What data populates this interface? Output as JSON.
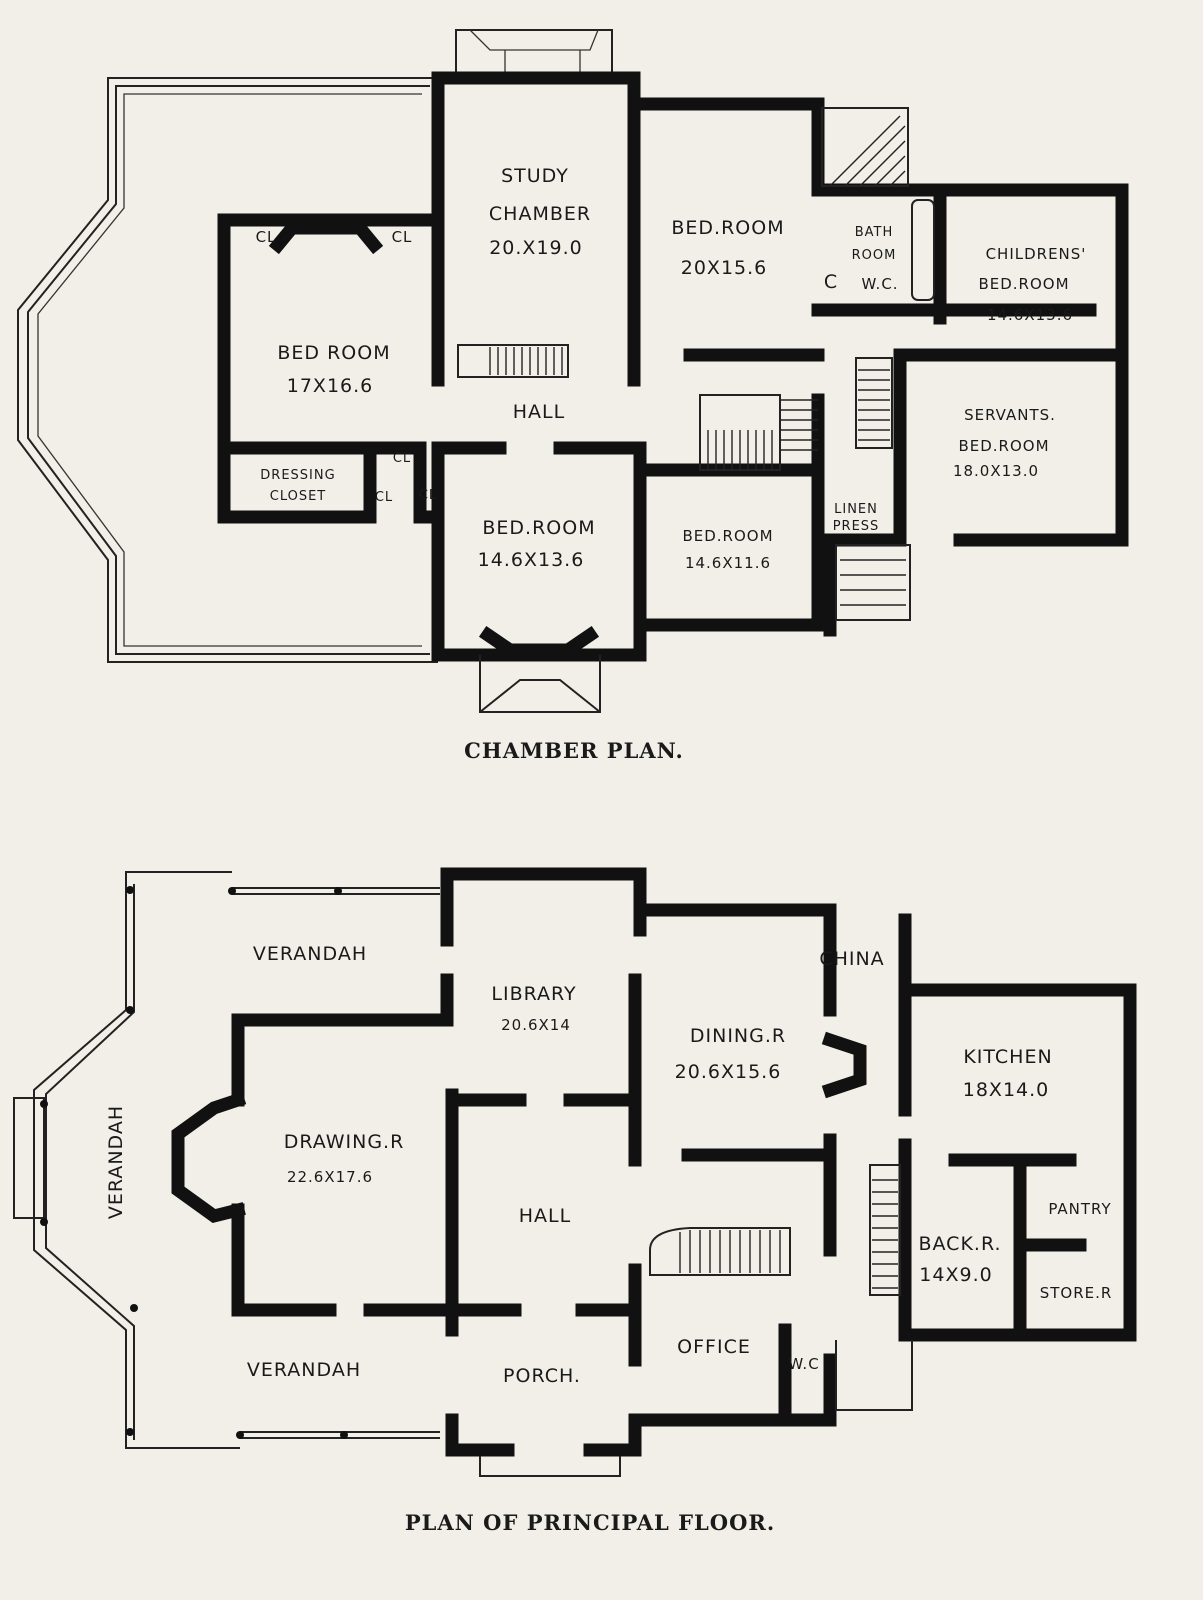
{
  "chamber_plan": {
    "caption": "CHAMBER PLAN.",
    "rooms": {
      "study_name1": "STUDY",
      "study_name2": "CHAMBER",
      "study_dim": "20.X19.0",
      "bed1_name": "BED.ROOM",
      "bed1_dim": "20X15.6",
      "bath_name1": "BATH",
      "bath_name2": "ROOM",
      "wc": "W.C.",
      "c": "C",
      "childrens_name1": "CHILDRENS'",
      "childrens_name2": "BED.ROOM",
      "childrens_dim": "14.6X13.6",
      "cl_left": "CL",
      "cl_right": "CL",
      "bed2_name": "BED ROOM",
      "bed2_dim": "17X16.6",
      "hall": "HALL",
      "servants_name1": "SERVANTS.",
      "servants_name2": "BED.ROOM",
      "servants_dim": "18.0X13.0",
      "dressing1": "DRESSING",
      "dressing2": "CLOSET",
      "cl_a": "CL",
      "cl_b": "CL",
      "cl_c": "CL",
      "bed3_name": "BED.ROOM",
      "bed3_dim": "14.6X13.6",
      "bed4_name": "BED.ROOM",
      "bed4_dim": "14.6X11.6",
      "linen1": "LINEN",
      "linen2": "PRESS"
    }
  },
  "principal_plan": {
    "caption": "PLAN OF PRINCIPAL FLOOR.",
    "rooms": {
      "verandah_top": "VERANDAH",
      "verandah_side": "VERANDAH",
      "verandah_bottom": "VERANDAH",
      "library_name": "LIBRARY",
      "library_dim": "20.6X14",
      "china": "CHINA",
      "dining_name": "DINING.R",
      "dining_dim": "20.6X15.6",
      "kitchen_name": "KITCHEN",
      "kitchen_dim": "18X14.0",
      "drawing_name": "DRAWING.R",
      "drawing_dim": "22.6X17.6",
      "hall": "HALL",
      "pantry": "PANTRY",
      "back_name": "BACK.R.",
      "back_dim": "14X9.0",
      "store": "STORE.R",
      "office": "OFFICE",
      "wc": "W.C",
      "porch": "PORCH."
    }
  }
}
